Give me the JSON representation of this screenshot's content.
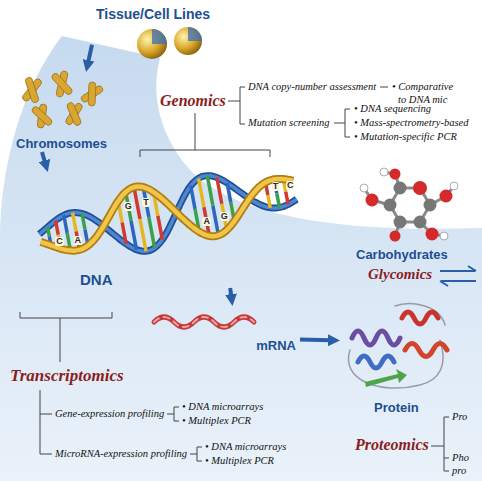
{
  "diagram": {
    "nodes": [
      {
        "text": [
          "Tissue/Cell Lines"
        ]
      },
      {
        "text": [
          "Chromosomes"
        ]
      },
      {
        "text": [
          "DNA"
        ]
      },
      {
        "text": [
          "mRNA"
        ]
      },
      {
        "text": [
          "Protein"
        ]
      },
      {
        "text": [
          "Carbohydrates"
        ]
      }
    ],
    "edges": [
      {
        "from": 0,
        "to": 1,
        "arrow": "to"
      },
      {
        "from": 1,
        "to": 2,
        "arrow": "to"
      },
      {
        "from": 2,
        "to": 3,
        "arrow": "to"
      },
      {
        "from": 3,
        "to": 4,
        "arrow": "to"
      }
    ],
    "labels": [
      "Genomics",
      "DNA copy-number assessment",
      "• Comparative",
      "to DNA mic",
      "Mutation screening",
      "• DNA sequencing",
      "• Mass-spectrometry-based",
      "• Mutation-specific PCR",
      "Glycomics",
      "Transcriptomics",
      "Gene-expression profiling",
      "• DNA microarrays",
      "• Multiplex PCR",
      "MicroRNA-expression profiling",
      "• DNA microarrays",
      "• Multiplex PCR",
      "Proteomics",
      "Pro",
      "Pho",
      "pro",
      "C",
      "A",
      "G",
      "T",
      "A",
      "G",
      "T",
      "C"
    ]
  }
}
